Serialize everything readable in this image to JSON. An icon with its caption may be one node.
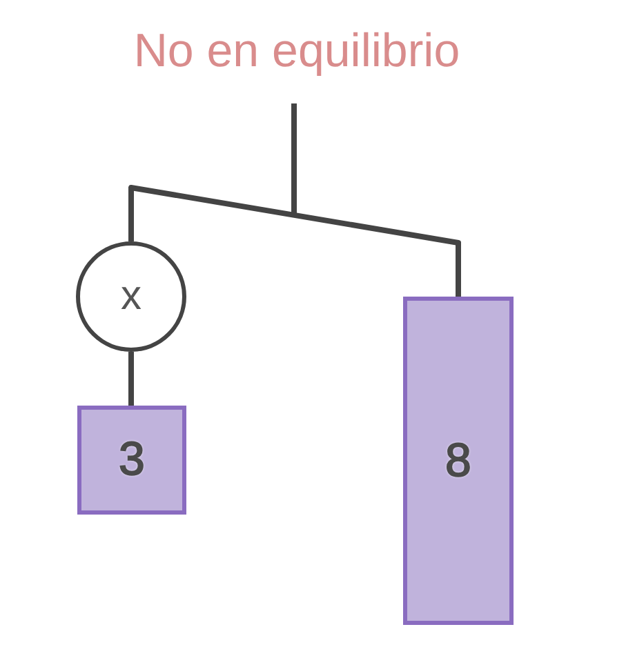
{
  "diagram": {
    "title": "No en equilibrio",
    "nodes": [
      {
        "text": [],
        "shape": "bar"
      },
      {
        "text": [
          "x"
        ]
      },
      {
        "text": [
          "3"
        ]
      },
      {
        "text": [
          "8"
        ]
      }
    ],
    "edges": [
      {
        "from": null,
        "to": 0,
        "arrow": "none"
      },
      {
        "from": 0,
        "to": 1,
        "arrow": "none"
      },
      {
        "from": 1,
        "to": 2,
        "arrow": "none"
      },
      {
        "from": 0,
        "to": 3,
        "arrow": "none"
      }
    ]
  }
}
